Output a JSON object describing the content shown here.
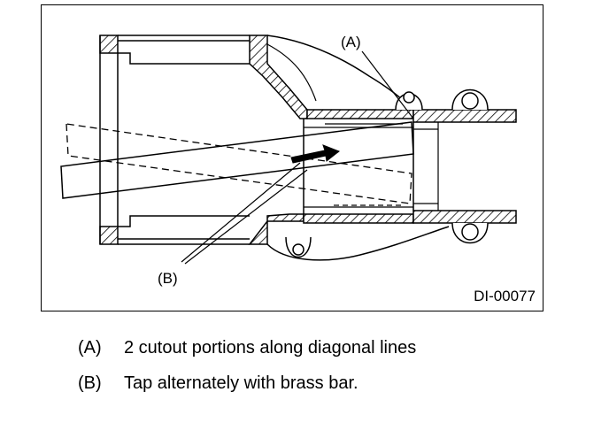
{
  "diagram": {
    "callouts": {
      "a": "(A)",
      "b": "(B)"
    },
    "figure_id": "DI-00077"
  },
  "legend": [
    {
      "key": "(A)",
      "text": "2 cutout portions along diagonal lines"
    },
    {
      "key": "(B)",
      "text": "Tap alternately with brass bar."
    }
  ],
  "colors": {
    "ink": "#000000",
    "paper": "#ffffff"
  }
}
